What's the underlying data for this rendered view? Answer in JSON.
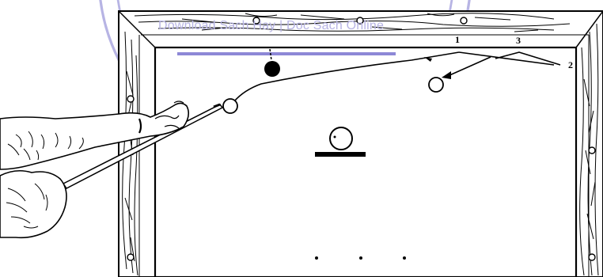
{
  "watermark": {
    "text": "Download Sach Hay | Doc Sach Online",
    "color": "#b7b4e4"
  },
  "diagram": {
    "labels": {
      "point_1": "1",
      "point_2": "2",
      "point_3": "3"
    },
    "icons": {
      "object_ball": "black-ball-icon",
      "cue_ball": "cue-ball-icon",
      "second_ball": "white-ball-icon",
      "stop_ball": "stop-ball-icon"
    }
  }
}
